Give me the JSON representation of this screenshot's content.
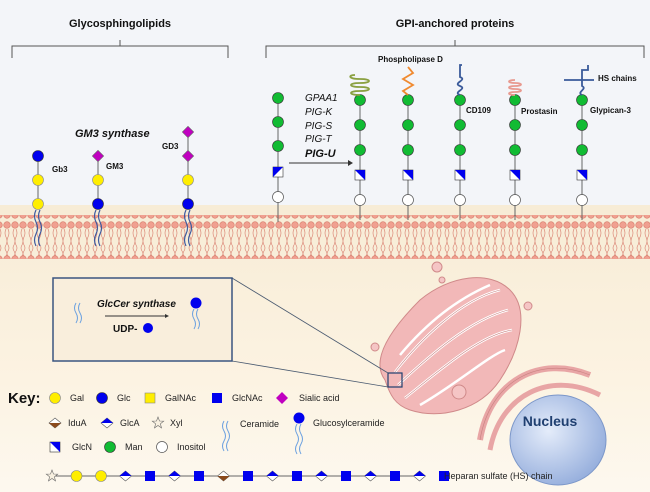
{
  "headers": {
    "glycosphingolipids": "Glycosphingolipids",
    "gpi_anchored_proteins": "GPI-anchored proteins"
  },
  "glycolipids": {
    "gb3": "Gb3",
    "gm3": "GM3",
    "gd3": "GD3",
    "gm3_synthase": "GM3 synthase"
  },
  "gpi": {
    "enzymes": [
      "GPAA1",
      "PIG-K",
      "PIG-S",
      "PIG-T",
      "PIG-U"
    ],
    "phospholipase": "Phospholipase D",
    "cd109": "CD109",
    "prostasin": "Prostasin",
    "glypican": "Glypican-3",
    "hs_chains": "HS chains"
  },
  "inset": {
    "enzyme": "GlcCer synthase",
    "donor": "UDP-"
  },
  "nucleus": "Nucleus",
  "key": {
    "title": "Key:",
    "items": [
      {
        "symbol": "circle-yellow",
        "label": "Gal"
      },
      {
        "symbol": "circle-blue",
        "label": "Glc"
      },
      {
        "symbol": "square-yellow",
        "label": "GalNAc"
      },
      {
        "symbol": "square-blue",
        "label": "GlcNAc"
      },
      {
        "symbol": "diamond-purple",
        "label": "Sialic acid"
      },
      {
        "symbol": "diamond-brown-half",
        "label": "IduA"
      },
      {
        "symbol": "diamond-blue-half",
        "label": "GlcA"
      },
      {
        "symbol": "star",
        "label": "Xyl"
      },
      {
        "symbol": "ceramide",
        "label": "Ceramide"
      },
      {
        "symbol": "glucosylceramide",
        "label": "Glucosylceramide"
      },
      {
        "symbol": "square-half-blue",
        "label": "GlcN"
      },
      {
        "symbol": "circle-green",
        "label": "Man"
      },
      {
        "symbol": "circle-white",
        "label": "Inositol"
      }
    ],
    "hs_chain_label": "Heparan sulfate (HS)  chain"
  },
  "colors": {
    "gal": "#ffee00",
    "glc": "#0000ee",
    "sialic": "#c000c0",
    "man": "#11bb33",
    "iduA": "#8b4a1c",
    "membrane": "#f0a090",
    "golgi": "#f2b8b8",
    "nucleus": "#a8bfe8"
  }
}
